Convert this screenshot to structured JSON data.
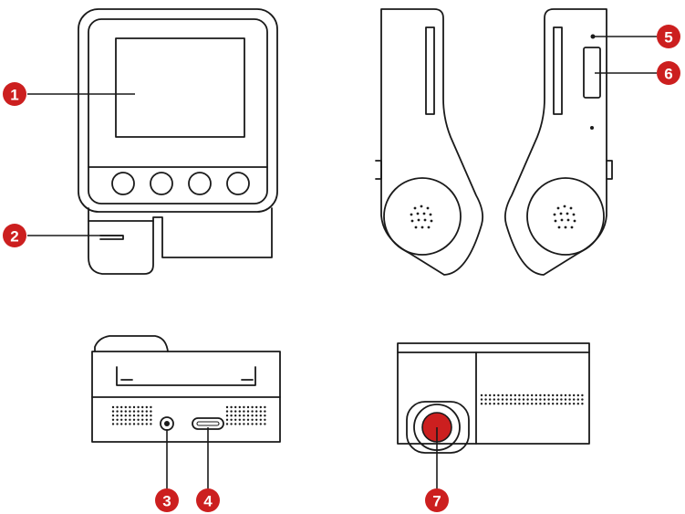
{
  "callouts": [
    {
      "id": 1,
      "label": "1"
    },
    {
      "id": 2,
      "label": "2"
    },
    {
      "id": 3,
      "label": "3"
    },
    {
      "id": 4,
      "label": "4"
    },
    {
      "id": 5,
      "label": "5"
    },
    {
      "id": 6,
      "label": "6"
    },
    {
      "id": 7,
      "label": "7"
    }
  ],
  "colors": {
    "callout": "#cc1f1f",
    "outline": "#1a1a1a",
    "lens_fill": "#cc1f1f"
  }
}
